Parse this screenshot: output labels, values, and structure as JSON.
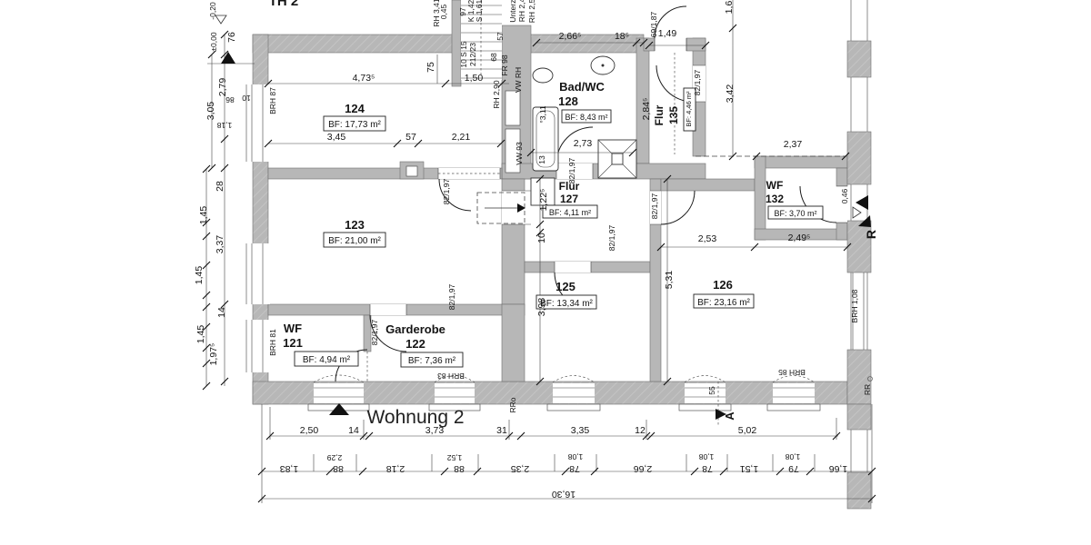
{
  "plan": {
    "title": "Wohnung 2",
    "stairwell_cut": "TH 2"
  },
  "rooms": {
    "r124": {
      "number": "124",
      "area": "BF: 17,73 m²"
    },
    "r123": {
      "number": "123",
      "area": "BF: 21,00 m²"
    },
    "r121": {
      "name": "WF",
      "number": "121",
      "area": "BF: 4,94 m²"
    },
    "r122": {
      "name": "Garderobe",
      "number": "122",
      "area": "BF: 7,36 m²"
    },
    "r125": {
      "number": "125",
      "area": "BF: 13,34 m²"
    },
    "r126": {
      "number": "126",
      "area": "BF: 23,16 m²"
    },
    "r127": {
      "name": "Flur",
      "number": "127",
      "area": "BF: 4,11 m²"
    },
    "r128": {
      "name": "Bad/WC",
      "number": "128",
      "area": "BF: 8,43 m²"
    },
    "r132": {
      "name": "WF",
      "number": "132",
      "area": "BF: 3,70 m²"
    },
    "r135": {
      "name": "Flur",
      "number": "135",
      "area": "BF: 4,46 m²"
    }
  },
  "dims": {
    "d473": "4,73⁵",
    "d150": "1,50",
    "d75": "75",
    "d76": "76",
    "d345": "3,45",
    "d57": "57",
    "d221": "2,21",
    "d266": "2,66⁵",
    "d18": "18⁵",
    "d149": "1,49",
    "d237": "2,37",
    "d16": "1,6",
    "d342": "3,42",
    "d284": "2,84⁵",
    "d273": "2,73",
    "d311": "°3,11",
    "d13": "13",
    "d253": "2,53",
    "d249": "2,49⁵",
    "d531": "5,31",
    "d398": "3,98",
    "d122": "1,22⁵",
    "d10": "10",
    "d55": "55",
    "d279": "2,79",
    "d86": "86",
    "d305": "3,05",
    "d118": "1,18",
    "d28": "28",
    "d145": "1,45",
    "d337": "3,37",
    "d14": "14",
    "d197": "1,97⁵"
  },
  "bottom": {
    "row1": {
      "a": "2,50",
      "b": "14",
      "c": "3,73",
      "d": "31",
      "e": "3,35",
      "f": "12",
      "g": "5,02"
    },
    "row2": {
      "a": "1,83",
      "b": "88",
      "c": "2,18",
      "d": "88",
      "e": "2,35",
      "f": "78",
      "g": "2,66",
      "h": "78",
      "i": "1,51",
      "j": "79",
      "k": "1,66"
    },
    "raised": {
      "a": "2,29",
      "b": "1,52",
      "c": "1,08"
    },
    "total": "16,30"
  },
  "doors": {
    "std": "82/1,97",
    "tall": "69/1,87",
    "lvl": "0,46"
  },
  "stair": {
    "run": "10 S 15",
    "step": "212/23",
    "w1": "57",
    "w2": "68",
    "fr": "FR 98"
  },
  "head": {
    "a": "RH 3,41",
    "b": "0,45",
    "c": "97",
    "d": "K 1,42",
    "e": "S 1,61",
    "f": "Unterz.",
    "g": "RH 2,4",
    "h": "RH 2,5"
  },
  "wall_labels": {
    "brh87": "BRH 87",
    "brh81": "BRH 81",
    "brh83": "BRH 83",
    "brh85": "BRH 85",
    "brh108": "BRH 1,08",
    "rh290": "RH 2,90",
    "vwrh": "VW RH",
    "vw93": "VW 93",
    "rro": "RRo",
    "rr": "RR"
  },
  "levels": {
    "minus": "-0,20",
    "zero": "±0,00"
  },
  "markers": {
    "section": "A",
    "entry": "R"
  }
}
